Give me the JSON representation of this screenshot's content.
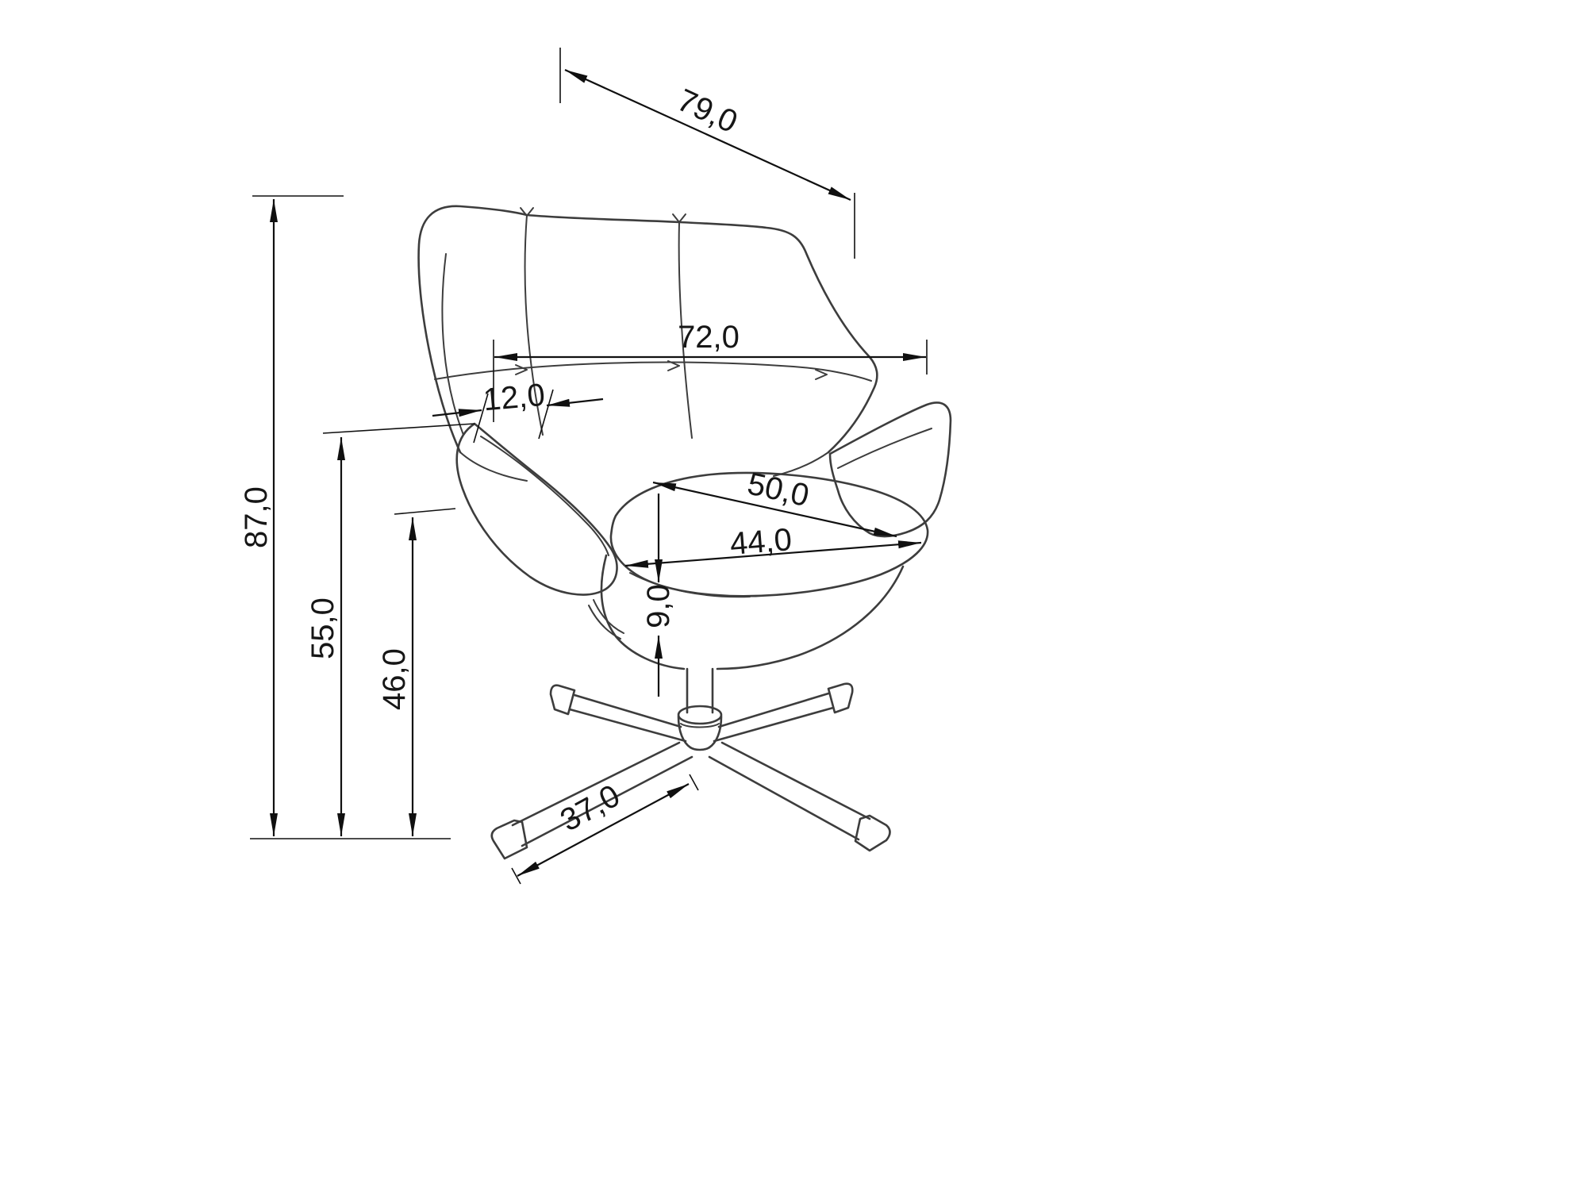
{
  "diagram": {
    "background": "#ffffff",
    "sketch_line_color": "#3d3d3d",
    "dimension_line_color": "#101010",
    "dimensions": {
      "overall_height": "87,0",
      "armrest_height": "55,0",
      "seat_height": "46,0",
      "overall_depth": "79,0",
      "overall_width": "72,0",
      "armrest_width": "12,0",
      "seat_depth": "50,0",
      "seat_width": "44,0",
      "cushion_thickness": "9,0",
      "base_leg_length": "37,0"
    }
  }
}
